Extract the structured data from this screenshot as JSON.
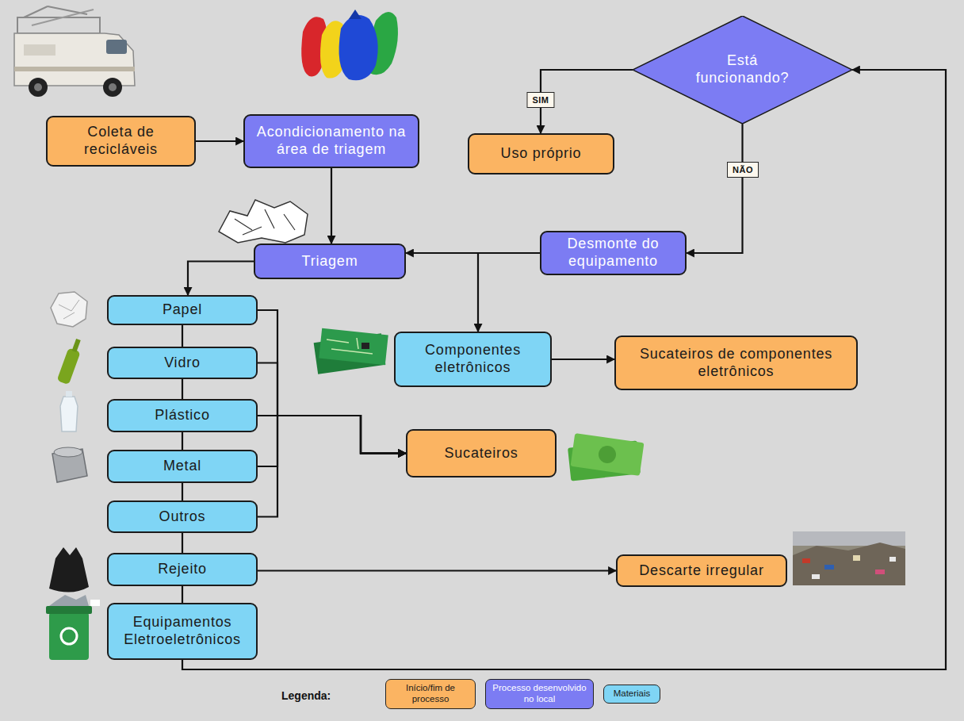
{
  "diagram": {
    "nodes": [
      {
        "text": [
          "Coleta de recicláveis"
        ]
      },
      {
        "text": [
          "Acondicionamento na área de triagem"
        ]
      },
      {
        "text": [
          "Está funcionando?"
        ]
      },
      {
        "text": [
          "Uso próprio"
        ]
      },
      {
        "text": [
          "Desmonte do equipamento"
        ]
      },
      {
        "text": [
          "Triagem"
        ]
      },
      {
        "text": [
          "Papel"
        ]
      },
      {
        "text": [
          "Vidro"
        ]
      },
      {
        "text": [
          "Plástico"
        ]
      },
      {
        "text": [
          "Metal"
        ]
      },
      {
        "text": [
          "Outros"
        ]
      },
      {
        "text": [
          "Rejeito"
        ]
      },
      {
        "text": [
          "Equipamentos Eletroeletrônicos"
        ]
      },
      {
        "text": [
          "Componentes eletrônicos"
        ]
      },
      {
        "text": [
          "Sucateiros de componentes eletrônicos"
        ]
      },
      {
        "text": [
          "Sucateiros"
        ]
      },
      {
        "text": [
          "Descarte irregular"
        ]
      }
    ],
    "edges": [
      {
        "from": 0,
        "to": 1,
        "arrow": "to"
      },
      {
        "from": 1,
        "to": 5,
        "arrow": "to"
      },
      {
        "from": 2,
        "to": 3,
        "label": "SIM",
        "arrow": "to"
      },
      {
        "from": 2,
        "to": 4,
        "label": "NÃO",
        "arrow": "to"
      },
      {
        "from": 4,
        "to": 5,
        "arrow": "to"
      },
      {
        "from": 4,
        "to": 13,
        "arrow": "to"
      },
      {
        "from": 13,
        "to": 14,
        "arrow": "to"
      },
      {
        "from": 5,
        "to": 6,
        "arrow": "to"
      },
      {
        "from": 6,
        "to": 7,
        "arrow": "none"
      },
      {
        "from": 7,
        "to": 8,
        "arrow": "none"
      },
      {
        "from": 8,
        "to": 9,
        "arrow": "none"
      },
      {
        "from": 9,
        "to": 10,
        "arrow": "none"
      },
      {
        "from": 10,
        "to": 11,
        "arrow": "none"
      },
      {
        "from": 11,
        "to": 12,
        "arrow": "none"
      },
      {
        "from": 6,
        "to": 15,
        "arrow": "to"
      },
      {
        "from": 7,
        "to": 15,
        "arrow": "to"
      },
      {
        "from": 8,
        "to": 15,
        "arrow": "to"
      },
      {
        "from": 9,
        "to": 15,
        "arrow": "to"
      },
      {
        "from": 10,
        "to": 15,
        "arrow": "to"
      },
      {
        "from": 11,
        "to": 16,
        "arrow": "to"
      },
      {
        "from": 12,
        "to": 2,
        "arrow": "to"
      }
    ],
    "labels": [
      "Legenda:"
    ],
    "legend": [
      {
        "text": "Início/fim de processo",
        "color": "#fbb462"
      },
      {
        "text": "Processo desenvolvido no local",
        "color": "#7c7cf3"
      },
      {
        "text": "Materiais",
        "color": "#7fd5f5"
      }
    ]
  }
}
